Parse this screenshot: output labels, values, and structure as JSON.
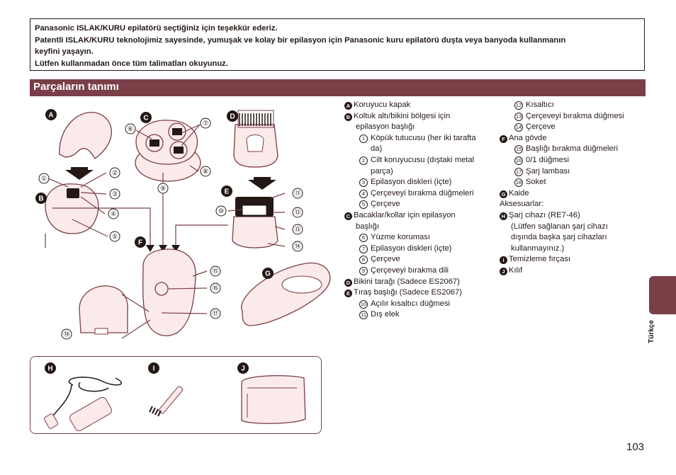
{
  "intro": {
    "lines": [
      "Panasonic ISLAK/KURU epilatörü seçtiğiniz için teşekkür ederiz.",
      "Patentli ISLAK/KURU teknolojimiz sayesinde, yumuşak ve kolay bir epilasyon için Panasonic kuru epilatörü duşta veya banyoda kullanmanın",
      "keyfini yaşayın.",
      "Lütfen kullanmadan önce tüm talimatları okuyunuz."
    ]
  },
  "section_title": "Parçaların tanımı",
  "figure_labels": {
    "A": "A",
    "B": "B",
    "C": "C",
    "D": "D",
    "E": "E",
    "F": "F",
    "G": "G",
    "H": "H",
    "I": "I",
    "J": "J",
    "n1": "①",
    "n2": "②",
    "n3": "③",
    "n4": "④",
    "n5": "⑤",
    "n6": "⑥",
    "n7": "⑦",
    "n8": "⑧",
    "n9": "⑨",
    "n10": "⑩",
    "n11": "⑪",
    "n12": "⑫",
    "n13": "⑬",
    "n14": "⑭",
    "n15": "⑮",
    "n16": "⑯",
    "n17": "⑰",
    "n18": "⑱"
  },
  "parts_left": [
    {
      "badge": "A",
      "text": "Koruyucu kapak"
    },
    {
      "badge": "B",
      "text": "Koltuk altı/bikini bölgesi için"
    },
    {
      "indent": true,
      "text": "epilasyon başlığı"
    },
    {
      "num": "1",
      "text": "Köpük tutucusu (her iki tarafta"
    },
    {
      "indent2": true,
      "text": "da)"
    },
    {
      "num": "2",
      "text": "Cilt koruyucusu (dıştaki metal"
    },
    {
      "indent2": true,
      "text": "parça)"
    },
    {
      "num": "3",
      "text": "Epilasyon diskleri (içte)"
    },
    {
      "num": "4",
      "text": "Çerçeveyi bırakma düğmeleri"
    },
    {
      "num": "5",
      "text": "Çerçeve"
    },
    {
      "badge": "C",
      "text": "Bacaklar/kollar için epilasyon"
    },
    {
      "indent": true,
      "text": "başlığı"
    },
    {
      "num": "6",
      "text": "Yüzme koruması"
    },
    {
      "num": "7",
      "text": "Epilasyon diskleri (içte)"
    },
    {
      "num": "8",
      "text": "Çerçeve"
    },
    {
      "num": "9",
      "text": "Çerçeveyi bırakma dili"
    },
    {
      "badge": "D",
      "text": "Bikini tarağı (Sadece ES2067)"
    },
    {
      "badge": "E",
      "text": "Tıraş başlığı (Sadece ES2067)"
    },
    {
      "num": "10",
      "text": "Açılır kısaltıcı düğmesi"
    },
    {
      "num": "11",
      "text": "Dış elek"
    }
  ],
  "parts_right": [
    {
      "num": "12",
      "text": "Kısaltıcı"
    },
    {
      "num": "13",
      "text": "Çerçeveyi bırakma düğmesi"
    },
    {
      "num": "14",
      "text": "Çerçeve"
    },
    {
      "badge": "F",
      "text": "Ana gövde"
    },
    {
      "num": "15",
      "text": "Başlığı bırakma düğmeleri"
    },
    {
      "num": "16",
      "text": "0/1 düğmesi"
    },
    {
      "num": "17",
      "text": "Şarj lambası"
    },
    {
      "num": "18",
      "text": "Soket"
    },
    {
      "badge": "G",
      "text": "Kaide"
    },
    {
      "plain": true,
      "text": "Aksesuarlar:"
    },
    {
      "badge": "H",
      "text": "Şarj cihazı (RE7-46)"
    },
    {
      "indent": true,
      "text": "(Lütfen sağlanan şarj cihazı"
    },
    {
      "indent": true,
      "text": "dışında başka şarj cihazları"
    },
    {
      "indent": true,
      "text": "kullanmayınız.)"
    },
    {
      "badge": "I",
      "text": "Temizleme fırçası"
    },
    {
      "badge": "J",
      "text": "Kılıf"
    }
  ],
  "language_tab": "Türkçe",
  "page_number": "103",
  "colors": {
    "accent": "#7a3e47",
    "ink": "#231815",
    "device_fill": "#fbeaea"
  }
}
